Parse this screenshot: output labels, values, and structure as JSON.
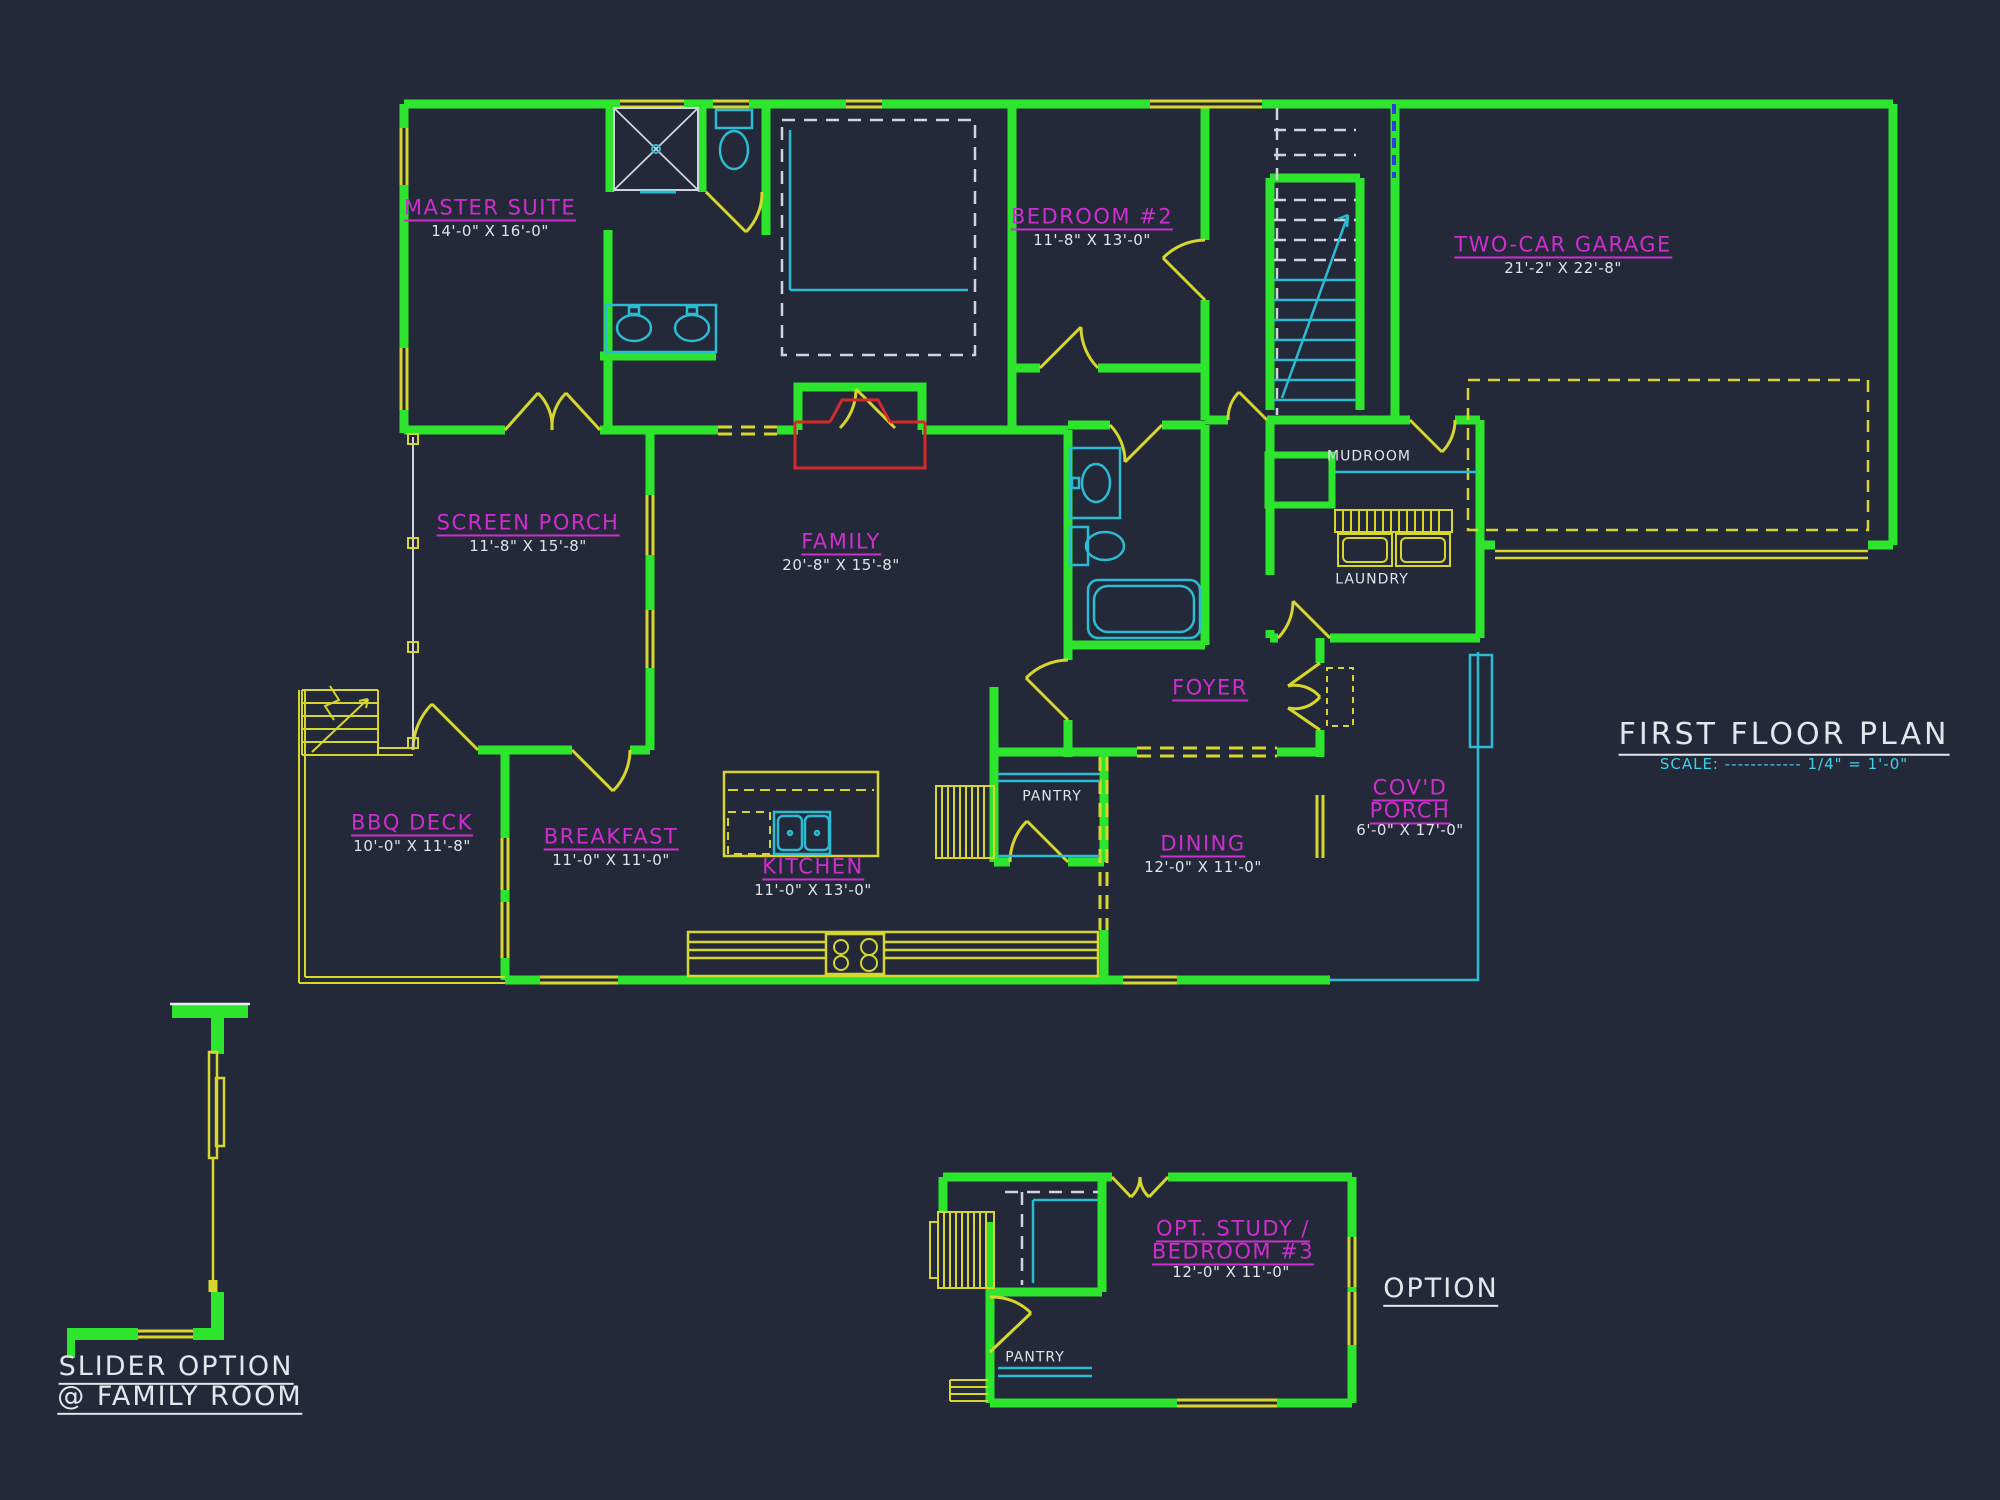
{
  "colors": {
    "background": "#232938",
    "walls_green": "#2ee52e",
    "trim_yellow": "#d6d62e",
    "fixtures_cyan": "#2bbcd4",
    "room_label_magenta": "#cf2ecf",
    "dimension_white": "#dfe3ea",
    "scale_cyan": "#3fd0e8",
    "fireplace_red": "#d42a2a",
    "dashed_gray": "#cfd4de",
    "dashed_blue": "#2a3fd4"
  },
  "title_block": {
    "title": "FIRST FLOOR PLAN",
    "scale_text": "SCALE: ------------ 1/4\" = 1'-0\""
  },
  "rooms": [
    {
      "name": "MASTER SUITE",
      "dim": "14'-0\" X 16'-0\""
    },
    {
      "name": "BEDROOM #2",
      "dim": "11'-8\" X 13'-0\""
    },
    {
      "name": "TWO-CAR GARAGE",
      "dim": "21'-2\" X 22'-8\""
    },
    {
      "name": "SCREEN PORCH",
      "dim": "11'-8\" X 15'-8\""
    },
    {
      "name": "FAMILY",
      "dim": "20'-8\" X 15'-8\""
    },
    {
      "name": "FOYER"
    },
    {
      "name": "BBQ DECK",
      "dim": "10'-0\" X 11'-8\""
    },
    {
      "name": "BREAKFAST",
      "dim": "11'-0\" X 11'-0\""
    },
    {
      "name": "KITCHEN",
      "dim": "11'-0\" X 13'-0\""
    },
    {
      "name": "DINING",
      "dim": "12'-0\" X 11'-0\""
    },
    {
      "name": "COV'D",
      "name2": "PORCH",
      "dim": "6'-0\" X 17'-0\""
    }
  ],
  "area_labels": {
    "mudroom": "MUDROOM",
    "laundry": "LAUNDRY",
    "pantry": "PANTRY"
  },
  "slider_detail": {
    "line1": "SLIDER OPTION",
    "line2": "@ FAMILY ROOM"
  },
  "option_plan": {
    "name_line1": "OPT. STUDY /",
    "name_line2": "BEDROOM #3",
    "dim": "12'-0\" X 11'-0\"",
    "pantry": "PANTRY",
    "caption": "OPTION"
  }
}
